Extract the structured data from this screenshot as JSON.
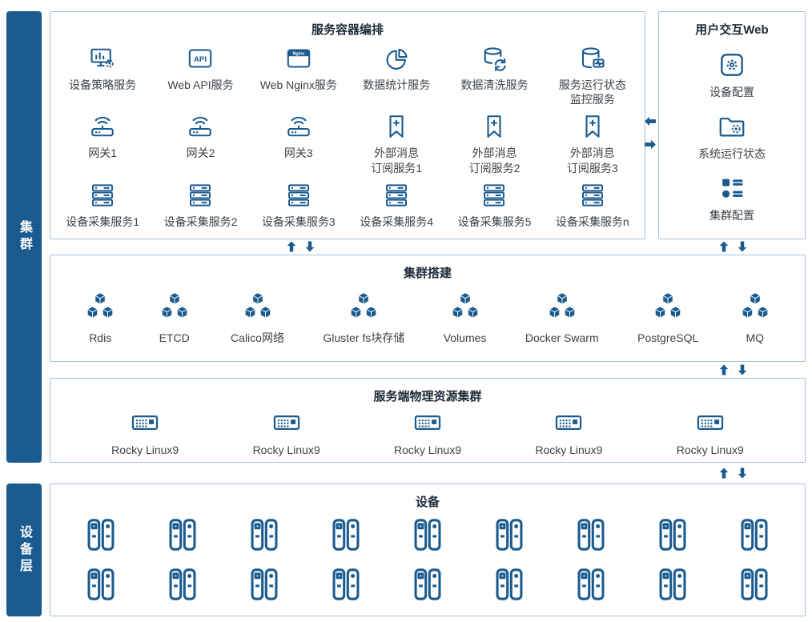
{
  "colors": {
    "primary": "#1a5b8f",
    "box_border": "#a7bfd4",
    "title_text": "#1e2b39",
    "label_text": "#3d4349"
  },
  "icons": {
    "arrow_up": "#i-arrow-up",
    "arrow_down": "#i-arrow-down",
    "arrow_left": "#i-arrow-left",
    "arrow_right": "#i-arrow-right"
  },
  "sidebars": [
    {
      "label": "集群"
    },
    {
      "label": "设备层"
    }
  ],
  "orchestration": {
    "title": "服务容器编排",
    "items": [
      {
        "label": "设备策略服务",
        "icon": "#i-policy"
      },
      {
        "label": "Web API服务",
        "icon": "#i-api"
      },
      {
        "label": "Web Nginx服务",
        "icon": "#i-nginx"
      },
      {
        "label": "数据统计服务",
        "icon": "#i-pie"
      },
      {
        "label": "数据清洗服务",
        "icon": "#i-db-sync"
      },
      {
        "label": "服务运行状态\n监控服务",
        "icon": "#i-db-monitor"
      },
      {
        "label": "网关1",
        "icon": "#i-gateway"
      },
      {
        "label": "网关2",
        "icon": "#i-gateway"
      },
      {
        "label": "网关3",
        "icon": "#i-gateway"
      },
      {
        "label": "外部消息\n订阅服务1",
        "icon": "#i-subscribe"
      },
      {
        "label": "外部消息\n订阅服务2",
        "icon": "#i-subscribe"
      },
      {
        "label": "外部消息\n订阅服务3",
        "icon": "#i-subscribe"
      },
      {
        "label": "设备采集服务1",
        "icon": "#i-collect"
      },
      {
        "label": "设备采集服务2",
        "icon": "#i-collect"
      },
      {
        "label": "设备采集服务3",
        "icon": "#i-collect"
      },
      {
        "label": "设备采集服务4",
        "icon": "#i-collect"
      },
      {
        "label": "设备采集服务5",
        "icon": "#i-collect"
      },
      {
        "label": "设备采集服务n",
        "icon": "#i-collect"
      }
    ]
  },
  "user_web": {
    "title": "用户交互Web",
    "items": [
      {
        "label": "设备配置",
        "icon": "#i-gear-square"
      },
      {
        "label": "系统运行状态",
        "icon": "#i-folder-gear"
      },
      {
        "label": "集群配置",
        "icon": "#i-cluster-config"
      }
    ]
  },
  "cluster_setup": {
    "title": "集群搭建",
    "items": [
      {
        "label": "Rdis",
        "icon": "#i-cubes"
      },
      {
        "label": "ETCD",
        "icon": "#i-cubes"
      },
      {
        "label": "Calico网络",
        "icon": "#i-cubes"
      },
      {
        "label": "Gluster fs块存储",
        "icon": "#i-cubes"
      },
      {
        "label": "Volumes",
        "icon": "#i-cubes"
      },
      {
        "label": "Docker Swarm",
        "icon": "#i-cubes"
      },
      {
        "label": "PostgreSQL",
        "icon": "#i-cubes"
      },
      {
        "label": "MQ",
        "icon": "#i-cubes"
      }
    ]
  },
  "physical_cluster": {
    "title": "服务端物理资源集群",
    "items": [
      {
        "label": "Rocky Linux9",
        "icon": "#i-host"
      },
      {
        "label": "Rocky Linux9",
        "icon": "#i-host"
      },
      {
        "label": "Rocky Linux9",
        "icon": "#i-host"
      },
      {
        "label": "Rocky Linux9",
        "icon": "#i-host"
      },
      {
        "label": "Rocky Linux9",
        "icon": "#i-host"
      }
    ]
  },
  "devices": {
    "title": "设备",
    "items": [
      {
        "icon": "#i-device"
      },
      {
        "icon": "#i-device"
      },
      {
        "icon": "#i-device"
      },
      {
        "icon": "#i-device"
      },
      {
        "icon": "#i-device"
      },
      {
        "icon": "#i-device"
      },
      {
        "icon": "#i-device"
      },
      {
        "icon": "#i-device"
      },
      {
        "icon": "#i-device"
      },
      {
        "icon": "#i-device"
      },
      {
        "icon": "#i-device"
      },
      {
        "icon": "#i-device"
      },
      {
        "icon": "#i-device"
      },
      {
        "icon": "#i-device"
      },
      {
        "icon": "#i-device"
      },
      {
        "icon": "#i-device"
      },
      {
        "icon": "#i-device"
      },
      {
        "icon": "#i-device"
      }
    ]
  }
}
